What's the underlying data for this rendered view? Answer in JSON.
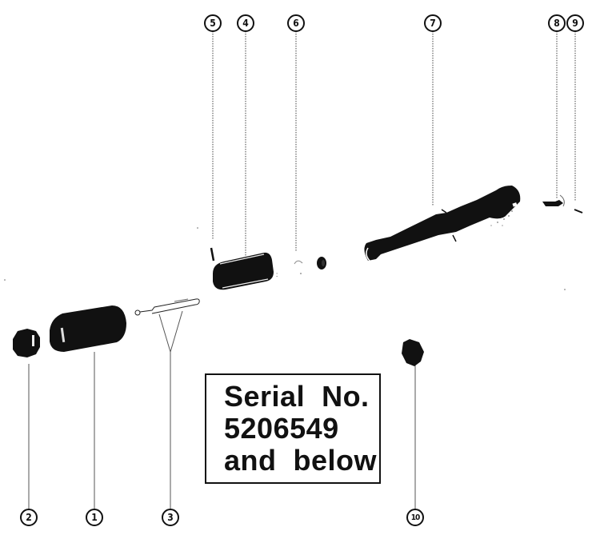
{
  "diagram": {
    "type": "exploded-parts-view",
    "callouts": [
      {
        "id": "5",
        "label": "5"
      },
      {
        "id": "4",
        "label": "4"
      },
      {
        "id": "6",
        "label": "6"
      },
      {
        "id": "7",
        "label": "7"
      },
      {
        "id": "8",
        "label": "8"
      },
      {
        "id": "9",
        "label": "9"
      },
      {
        "id": "2",
        "label": "2"
      },
      {
        "id": "1",
        "label": "1"
      },
      {
        "id": "3",
        "label": "3"
      },
      {
        "id": "10",
        "label": "10"
      }
    ],
    "serial_note": {
      "line1": "Serial  No.",
      "line2": "5206549",
      "line3": "and  below"
    },
    "colors": {
      "ink": "#111111",
      "background": "#ffffff"
    }
  }
}
